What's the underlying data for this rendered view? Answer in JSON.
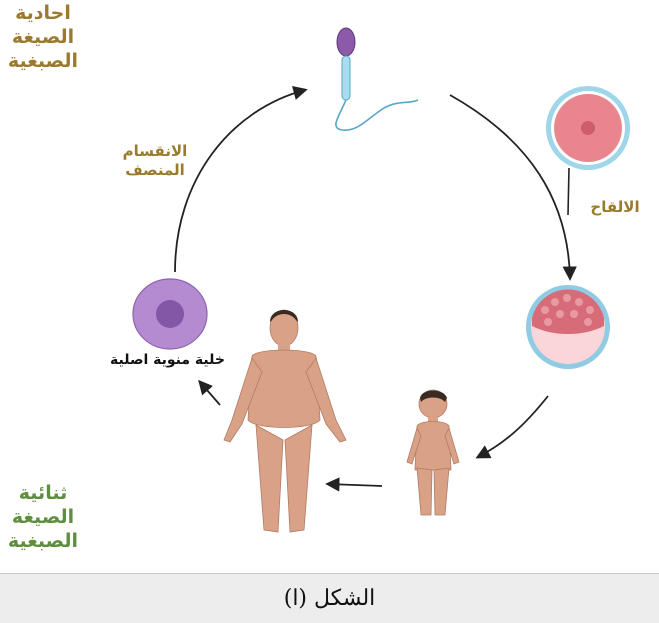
{
  "labels": {
    "haploid": [
      "احادية",
      "الصيغة",
      "الصبغية"
    ],
    "diploid": [
      "ثنائية",
      "الصيغة",
      "الصبغية"
    ],
    "meiosis": [
      "الانقسام",
      "المنصف"
    ],
    "fertilization": "الالقاح",
    "germ_cell": "خلية منوية اصلية"
  },
  "caption": "الشكل (ا)",
  "colors": {
    "haploid_text": "#9a7b2e",
    "diploid_text": "#5f8f3e",
    "arrow": "#222222",
    "skin": "#d9a287",
    "cell_purple": "#b48ad0"
  },
  "stages": [
    "sperm-icon",
    "egg-icon",
    "zygote-icon",
    "child-icon",
    "adult-man-icon",
    "germ-cell-icon"
  ]
}
